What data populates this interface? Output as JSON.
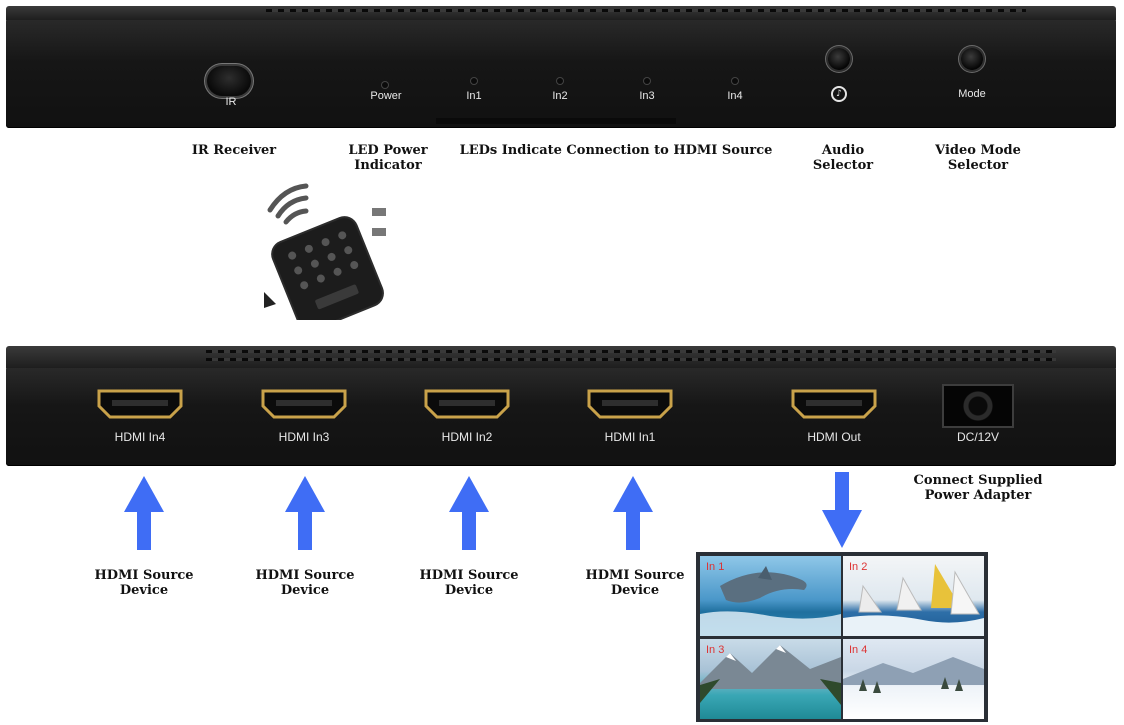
{
  "front_panel": {
    "ir": "IR",
    "power": "Power",
    "in1": "In1",
    "in2": "In2",
    "in3": "In3",
    "in4": "In4",
    "mode": "Mode",
    "audio_icon": "music-note-icon"
  },
  "front_captions": {
    "ir_receiver": "IR Receiver",
    "led_power_line1": "LED Power",
    "led_power_line2": "Indicator",
    "leds_indicate": "LEDs Indicate Connection to HDMI Source",
    "audio_line1": "Audio",
    "audio_line2": "Selector",
    "video_mode_line1": "Video Mode",
    "video_mode_line2": "Selector"
  },
  "rear_panel": {
    "hdmi_in4": "HDMI In4",
    "hdmi_in3": "HDMI In3",
    "hdmi_in2": "HDMI In2",
    "hdmi_in1": "HDMI In1",
    "hdmi_out": "HDMI Out",
    "dc": "DC/12V"
  },
  "rear_captions": {
    "power_adapter_line1": "Connect Supplied",
    "power_adapter_line2": "Power Adapter",
    "source_line1": "HDMI Source",
    "source_line2": "Device"
  },
  "mosaic": {
    "tile1": "In 1",
    "tile2": "In 2",
    "tile3": "In 3",
    "tile4": "In 4"
  },
  "colors": {
    "arrow": "#3f6df5",
    "hdmi_gold": "#c9a24a",
    "panel": "#151515"
  }
}
